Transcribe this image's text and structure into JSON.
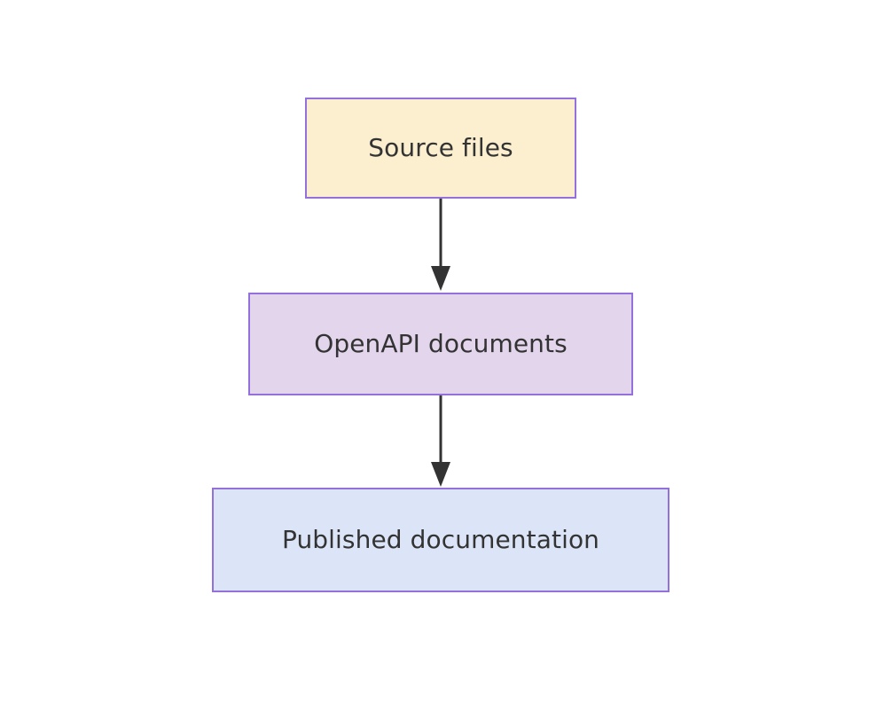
{
  "diagram": {
    "type": "flowchart",
    "direction": "top-down",
    "background_color": "#ffffff",
    "node_border_color": "#9370db",
    "node_text_color": "#333333",
    "edge_color": "#333333",
    "nodes": [
      {
        "id": "source-files",
        "label": "Source files",
        "fill_color": "#fcefcf"
      },
      {
        "id": "openapi-documents",
        "label": "OpenAPI documents",
        "fill_color": "#e2d5ec"
      },
      {
        "id": "published-documentation",
        "label": "Published documentation",
        "fill_color": "#dce5f8"
      }
    ],
    "edges": [
      {
        "id": "source-files-to-openapi-documents",
        "from": "source-files",
        "to": "openapi-documents",
        "label": "",
        "arrowhead": "solid-triangle"
      },
      {
        "id": "openapi-documents-to-published-documentation",
        "from": "openapi-documents",
        "to": "published-documentation",
        "label": "",
        "arrowhead": "solid-triangle"
      }
    ]
  }
}
